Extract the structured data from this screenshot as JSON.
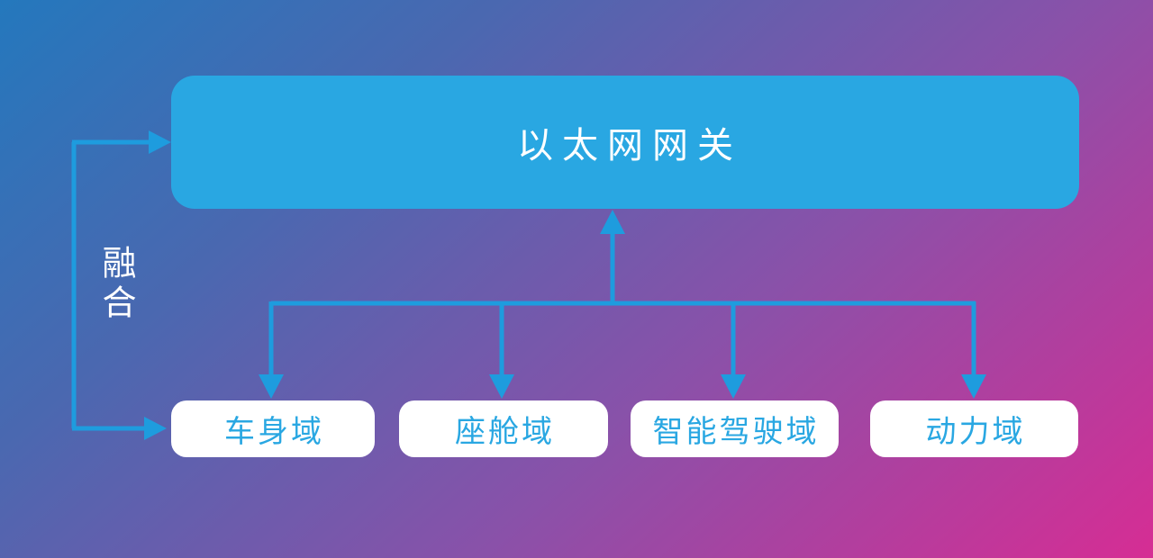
{
  "diagram": {
    "title_node": {
      "label": "以太网网关"
    },
    "fusion": {
      "label": "融合"
    },
    "domains": [
      {
        "id": "body-domain",
        "label": "车身域"
      },
      {
        "id": "cockpit-domain",
        "label": "座舱域"
      },
      {
        "id": "intelligent-driving-domain",
        "label": "智能驾驶域"
      },
      {
        "id": "power-domain",
        "label": "动力域"
      }
    ],
    "colors": {
      "background_gradient_start": "#2478bd",
      "background_gradient_mid": "#8a51a9",
      "background_gradient_end": "#d62d94",
      "gateway_fill": "#29a7e2",
      "gateway_text": "#ffffff",
      "domain_fill": "#ffffff",
      "domain_text": "#29a7e2",
      "connector_line": "#1e9cde",
      "fusion_text": "#ffffff"
    }
  }
}
